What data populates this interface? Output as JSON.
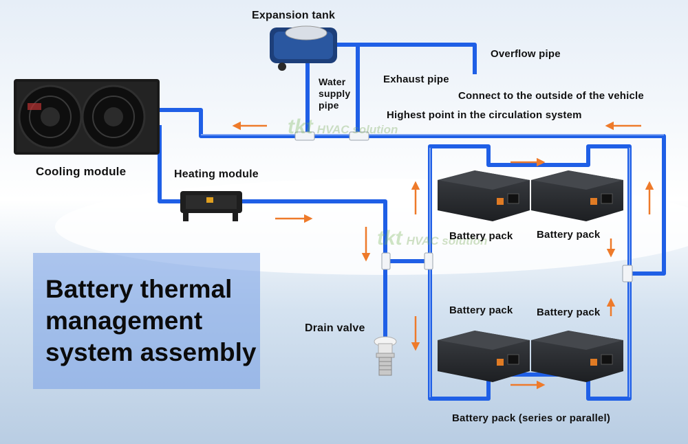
{
  "labels": {
    "expansion_tank": "Expansion tank",
    "overflow_pipe": "Overflow pipe",
    "water_supply_pipe_1": "Water",
    "water_supply_pipe_2": "supply",
    "water_supply_pipe_3": "pipe",
    "exhaust_pipe": "Exhaust pipe",
    "connect_outside": "Connect to the outside of the vehicle",
    "highest_point": "Highest point in the circulation system",
    "cooling_module": "Cooling module",
    "heating_module": "Heating module",
    "drain_valve": "Drain valve",
    "battery_pack_tl": "Battery pack",
    "battery_pack_tr": "Battery pack",
    "battery_pack_bl": "Battery pack",
    "battery_pack_br": "Battery pack",
    "battery_pack_series": "Battery pack (series or parallel)"
  },
  "title": {
    "line1": "Battery thermal",
    "line2": "management",
    "line3": "system assembly"
  },
  "watermark": {
    "brand": "tkt",
    "tagline": "HVAC solution"
  },
  "colors": {
    "pipe": "#1f5fe6",
    "pipe_light": "#cfe0ff",
    "arrow": "#ee7a2a",
    "title_box": "#7aa0e6",
    "battery": "#2b2d30",
    "connector": "#e07b24"
  }
}
